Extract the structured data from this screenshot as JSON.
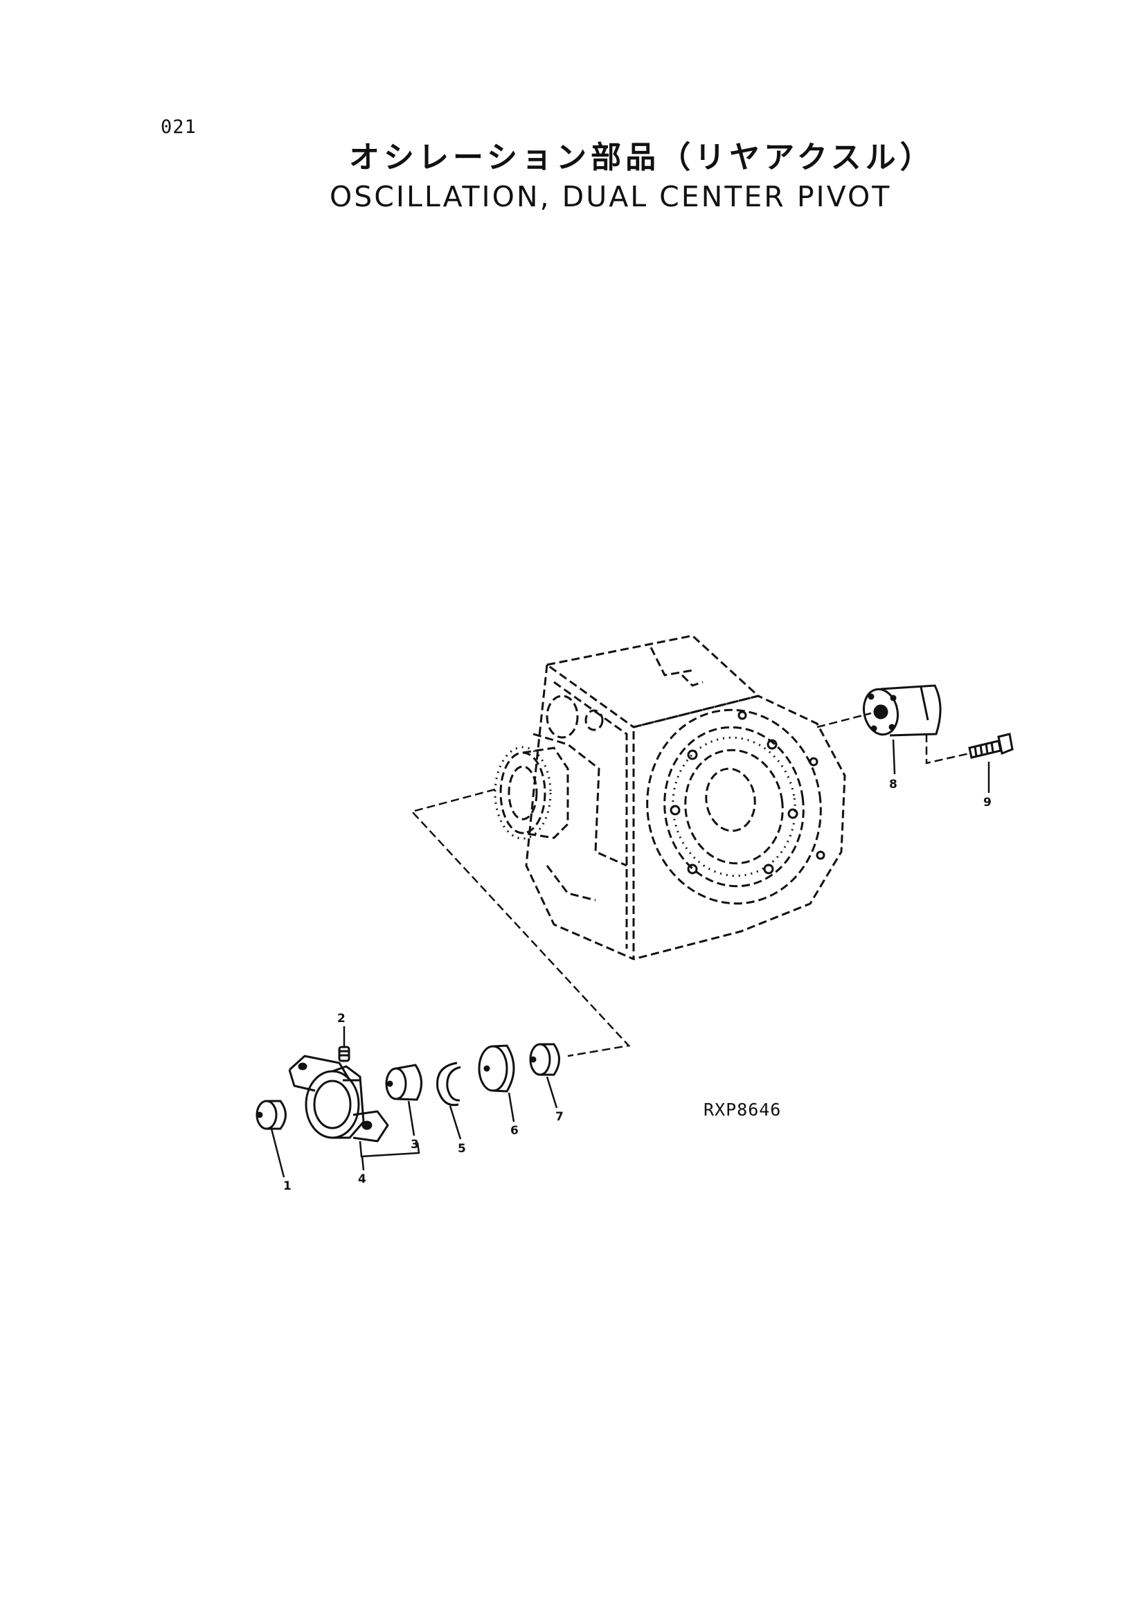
{
  "page": {
    "number": "021",
    "title_ja": "オシレーション部品（リヤアクスル）",
    "title_en": "OSCILLATION, DUAL CENTER PIVOT",
    "drawing_code": "RXP8646"
  },
  "diagram": {
    "assembly": "rear-axle-housing",
    "callouts": [
      {
        "id": "callout-1",
        "label": "1"
      },
      {
        "id": "callout-2",
        "label": "2"
      },
      {
        "id": "callout-3",
        "label": "3"
      },
      {
        "id": "callout-4",
        "label": "4"
      },
      {
        "id": "callout-5",
        "label": "5"
      },
      {
        "id": "callout-6",
        "label": "6"
      },
      {
        "id": "callout-7",
        "label": "7"
      },
      {
        "id": "callout-8",
        "label": "8"
      },
      {
        "id": "callout-9",
        "label": "9"
      }
    ]
  }
}
